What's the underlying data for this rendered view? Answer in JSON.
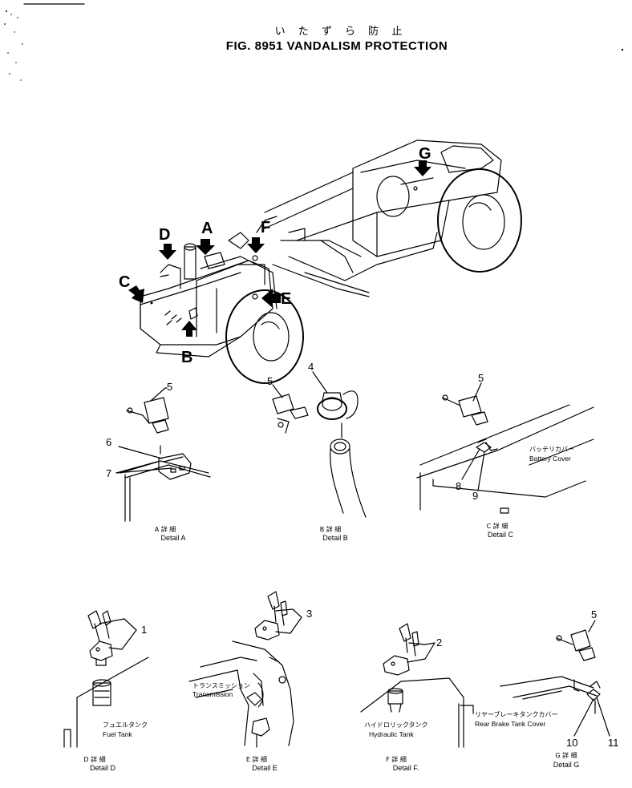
{
  "title": {
    "japanese": "い た ず ら 防 止",
    "english": "FIG. 8951   VANDALISM  PROTECTION"
  },
  "callouts": {
    "A": "A",
    "B": "B",
    "C": "C",
    "D": "D",
    "E": "E",
    "F": "F",
    "G": "G"
  },
  "parts": {
    "p1": "1",
    "p2": "2",
    "p3": "3",
    "p4": "4",
    "p5a": "5",
    "p5b": "5",
    "p5c": "5",
    "p5g": "5",
    "p6": "6",
    "p7": "7",
    "p8": "8",
    "p9": "9",
    "p10": "10",
    "p11": "11"
  },
  "labels": {
    "battery_cover_jp": "バッテリカバー",
    "battery_cover_en": "Battery  Cover",
    "transmission_jp": "トランスミッション",
    "transmission_en": "Transmission",
    "fuel_tank_jp": "フュエルタンク",
    "fuel_tank_en": "Fuel  Tank",
    "hydraulic_tank_jp": "ハイドロリックタンク",
    "hydraulic_tank_en": "Hydraulic  Tank",
    "rear_brake_jp": "リヤーブレーキタンクカバー",
    "rear_brake_en": "Rear  Brake  Tank  Cover"
  },
  "details": {
    "A": {
      "jp": "A 詳 細",
      "en": "Detail  A"
    },
    "B": {
      "jp": "B 詳 細",
      "en": "Detail  B"
    },
    "C": {
      "jp": "C 詳 細",
      "en": "Detail  C"
    },
    "D": {
      "jp": "D 詳 細",
      "en": "Detail  D"
    },
    "E": {
      "jp": "E 詳 細",
      "en": "Detail  E"
    },
    "F": {
      "jp": "F 詳 細",
      "en": "Detail  F."
    },
    "G": {
      "jp": "G 詳 細",
      "en": "Detail  G"
    }
  }
}
